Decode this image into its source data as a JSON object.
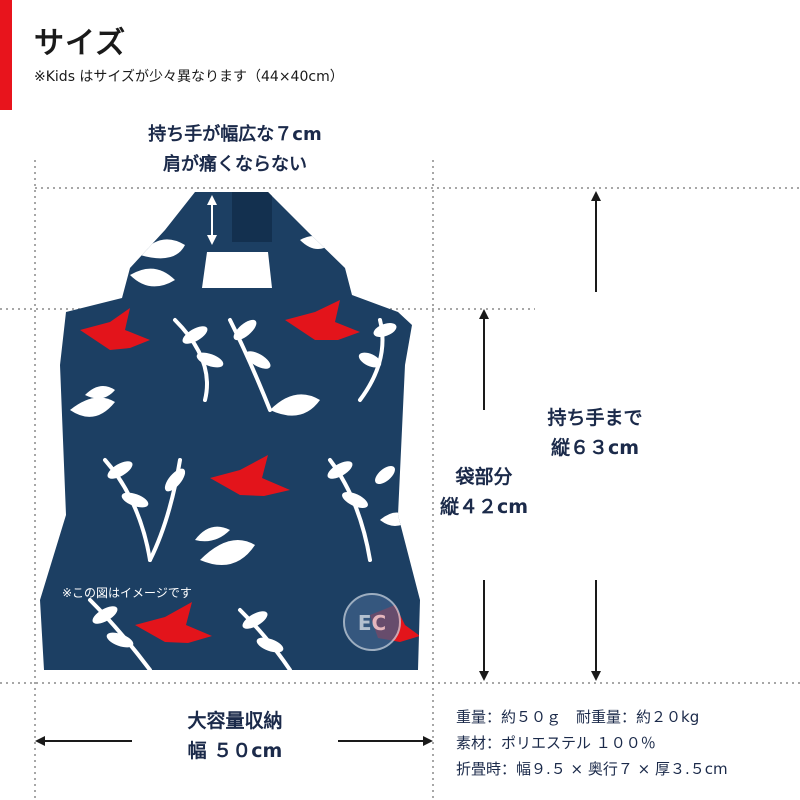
{
  "header": {
    "title": "サイズ",
    "note": "※Kids はサイズが少々異なります（44×40cm）"
  },
  "handle_width": {
    "line1": "持ち手が幅広な７cm",
    "line2": "肩が痛くならない"
  },
  "dimensions": {
    "total_height_label": "持ち手まで",
    "total_height_value": "縦６３cm",
    "body_height_label": "袋部分",
    "body_height_value": "縦４２cm",
    "width_label": "大容量収納",
    "width_value": "幅 ５０cm"
  },
  "specs": {
    "weight": "重量：約５０ｇ　耐重量：約２０kg",
    "material": "素材：ポリエステル １００％",
    "folded": "折畳時：幅９.５ × 奥行７ × 厚３.５cm"
  },
  "image_note": "※この図はイメージです",
  "logo_text": "EC",
  "colors": {
    "accent": "#e8141c",
    "bag_navy": "#1c3f63",
    "leaf": "#ffffff",
    "bird": "#e3141b",
    "text": "#1b2a4a"
  }
}
